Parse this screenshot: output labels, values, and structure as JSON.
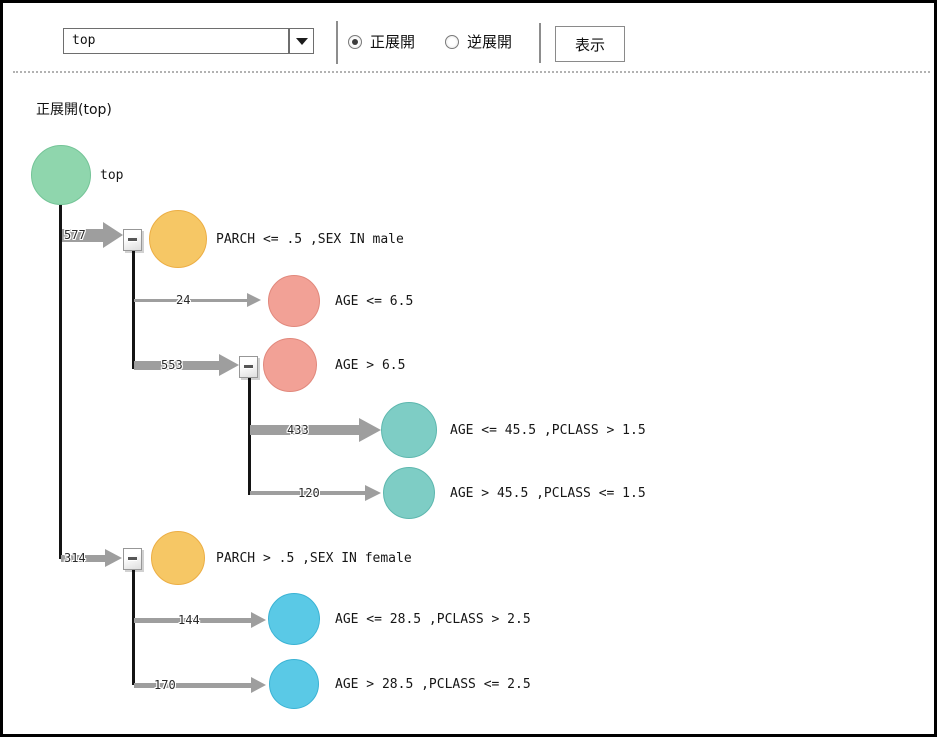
{
  "toolbar": {
    "node_dropdown": {
      "value": "top"
    },
    "radios": [
      {
        "label": "正展開",
        "selected": true
      },
      {
        "label": "逆展開",
        "selected": false
      }
    ],
    "show_button_label": "表示"
  },
  "diagram": {
    "title": "正展開(top)",
    "palette": {
      "root_node": "#8fd6ad",
      "branch_node": "#f6c765",
      "leaf_pink": "#f2a196",
      "leaf_teal": "#7ecdc5",
      "leaf_cyan": "#5ac9e6",
      "arrow": "#9e9e9e",
      "edge_line": "#141414"
    },
    "root": {
      "label": "top"
    },
    "nodes": [
      {
        "label": "PARCH <= .5 ,SEX IN male",
        "count": "577"
      },
      {
        "label": "AGE <= 6.5",
        "count": "24"
      },
      {
        "label": "AGE > 6.5",
        "count": "553"
      },
      {
        "label": "AGE <= 45.5 ,PCLASS > 1.5",
        "count": "433"
      },
      {
        "label": "AGE > 45.5 ,PCLASS <= 1.5",
        "count": "120"
      },
      {
        "label": "PARCH > .5 ,SEX IN female",
        "count": "314"
      },
      {
        "label": "AGE <= 28.5 ,PCLASS > 2.5",
        "count": "144"
      },
      {
        "label": "AGE > 28.5 ,PCLASS <= 2.5",
        "count": "170"
      }
    ]
  }
}
